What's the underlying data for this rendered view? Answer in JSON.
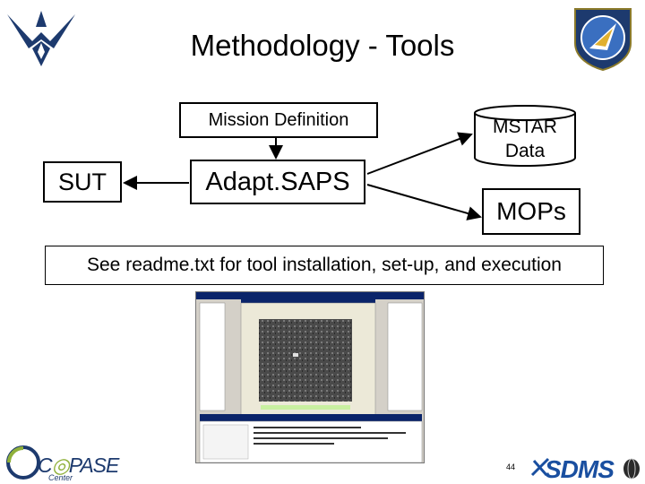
{
  "slide": {
    "title": "Methodology - Tools",
    "page_number": "44"
  },
  "diagram": {
    "mission_definition": "Mission Definition",
    "sut": "SUT",
    "adapt_saps": "Adapt.SAPS",
    "mstar_line1": "MSTAR",
    "mstar_line2": "Data",
    "mops": "MOPs",
    "readme_note": "See readme.txt for tool installation, set-up, and execution"
  },
  "logos": {
    "compass_left": "C",
    "compass_right": "PASE",
    "compass_sub": "Center",
    "sdms": "SDMS"
  },
  "colors": {
    "air_force_navy": "#1d3a6e",
    "sdms_blue": "#1a4fa0",
    "screenshot_gray": "#d4d0c8",
    "highlight_green": "#c8f0a0"
  }
}
